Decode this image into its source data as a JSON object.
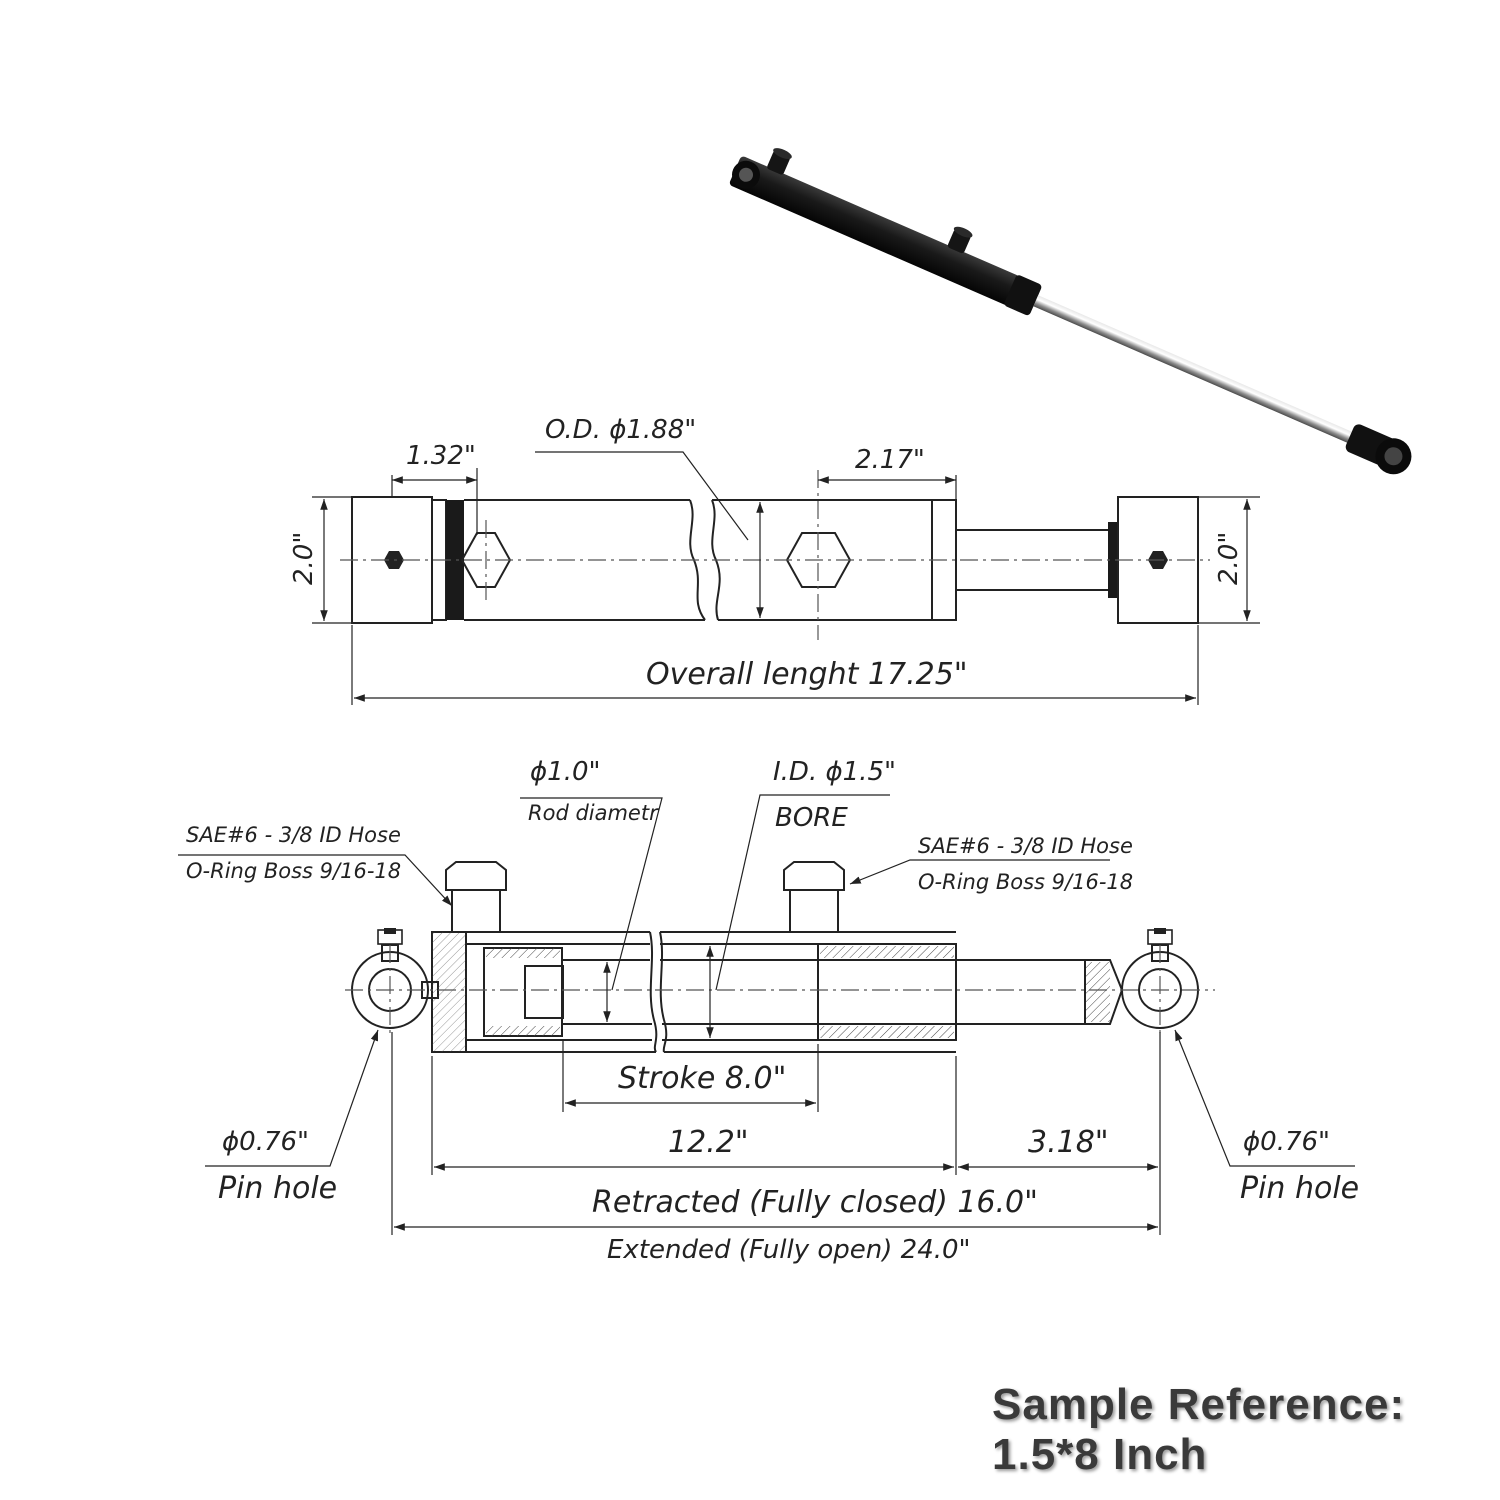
{
  "top_view": {
    "dim_1_32": "1.32\"",
    "od": "O.D. ϕ1.88\"",
    "dim_2_17": "2.17\"",
    "height_left": "2.0\"",
    "height_right": "2.0\"",
    "overall": "Overall lenght 17.25\""
  },
  "section_view": {
    "rod_dia": "ϕ1.0\"",
    "rod_dia_note": "Rod diametr",
    "id": "I.D. ϕ1.5\"",
    "bore": "BORE",
    "port_left_1": "SAE#6 - 3/8 ID Hose",
    "port_left_2": "O-Ring Boss 9/16-18",
    "port_right_1": "SAE#6 - 3/8 ID Hose",
    "port_right_2": "O-Ring Boss 9/16-18",
    "stroke": "Stroke 8.0\"",
    "pin_left": "ϕ0.76\"",
    "pin_left_note": "Pin hole",
    "pin_right": "ϕ0.76\"",
    "pin_right_note": "Pin hole",
    "dim_12_2": "12.2\"",
    "dim_3_18": "3.18\"",
    "retracted": "Retracted (Fully closed) 16.0\"",
    "extended": "Extended (Fully open) 24.0\""
  },
  "sample_note": {
    "line1": "Sample Reference:",
    "line2": "1.5*8 Inch"
  }
}
